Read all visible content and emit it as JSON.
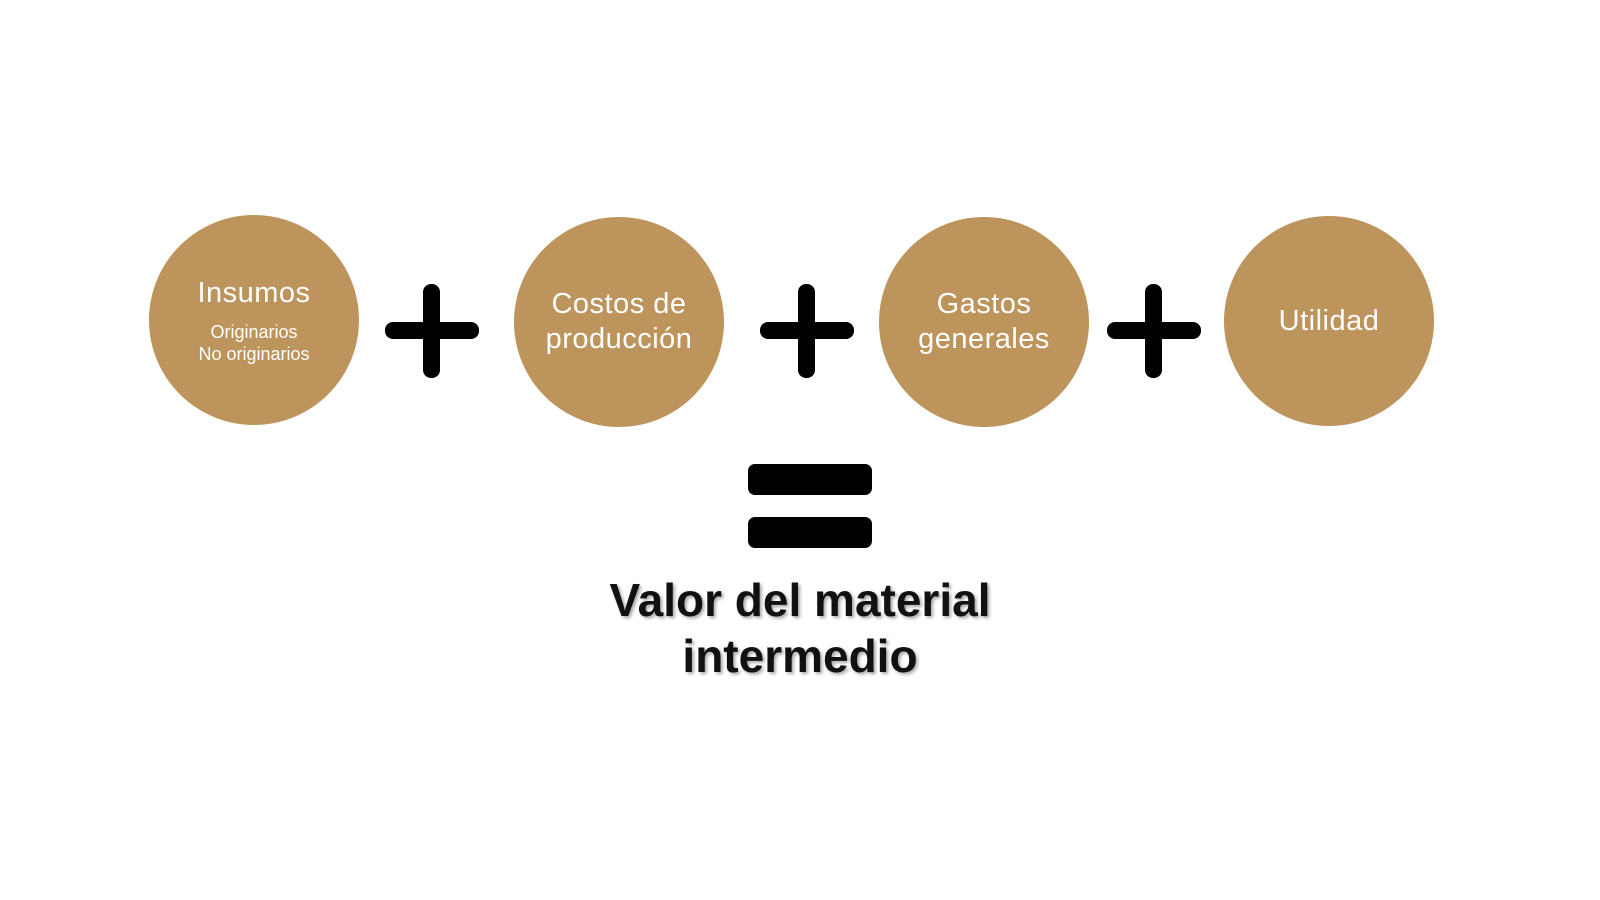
{
  "colors": {
    "circle_fill": "#bc945c",
    "operator": "#000000",
    "background": "#ffffff"
  },
  "terms": [
    {
      "label": "Insumos",
      "sub_items": [
        "Originarios",
        "No originarios"
      ]
    },
    {
      "label": "Costos de producción",
      "sub_items": []
    },
    {
      "label": "Gastos generales",
      "sub_items": []
    },
    {
      "label": "Utilidad",
      "sub_items": []
    }
  ],
  "operators": {
    "plus_icon": "plus-icon",
    "equals_icon": "equals-icon"
  },
  "result": {
    "label": "Valor del material intermedio"
  }
}
